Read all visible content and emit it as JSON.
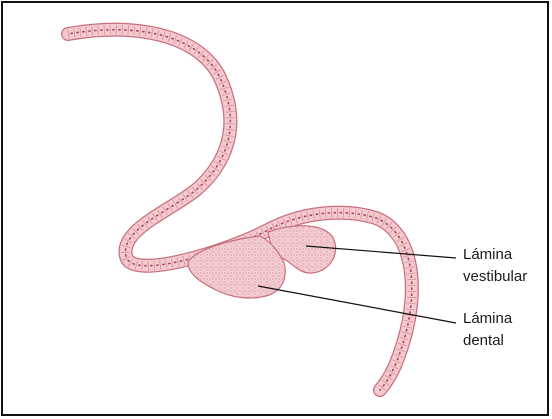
{
  "labels": {
    "vestibular": {
      "line1": "Lámina",
      "line2": "vestibular"
    },
    "dental": {
      "line1": "Lámina",
      "line2": "dental"
    }
  },
  "colors": {
    "tissue_fill": "#f4c9cf",
    "tissue_outline": "#c86f7d",
    "cell_border": "#d58d99",
    "nucleus": "#a2495a",
    "leader_line": "#111111",
    "frame": "#111111"
  }
}
